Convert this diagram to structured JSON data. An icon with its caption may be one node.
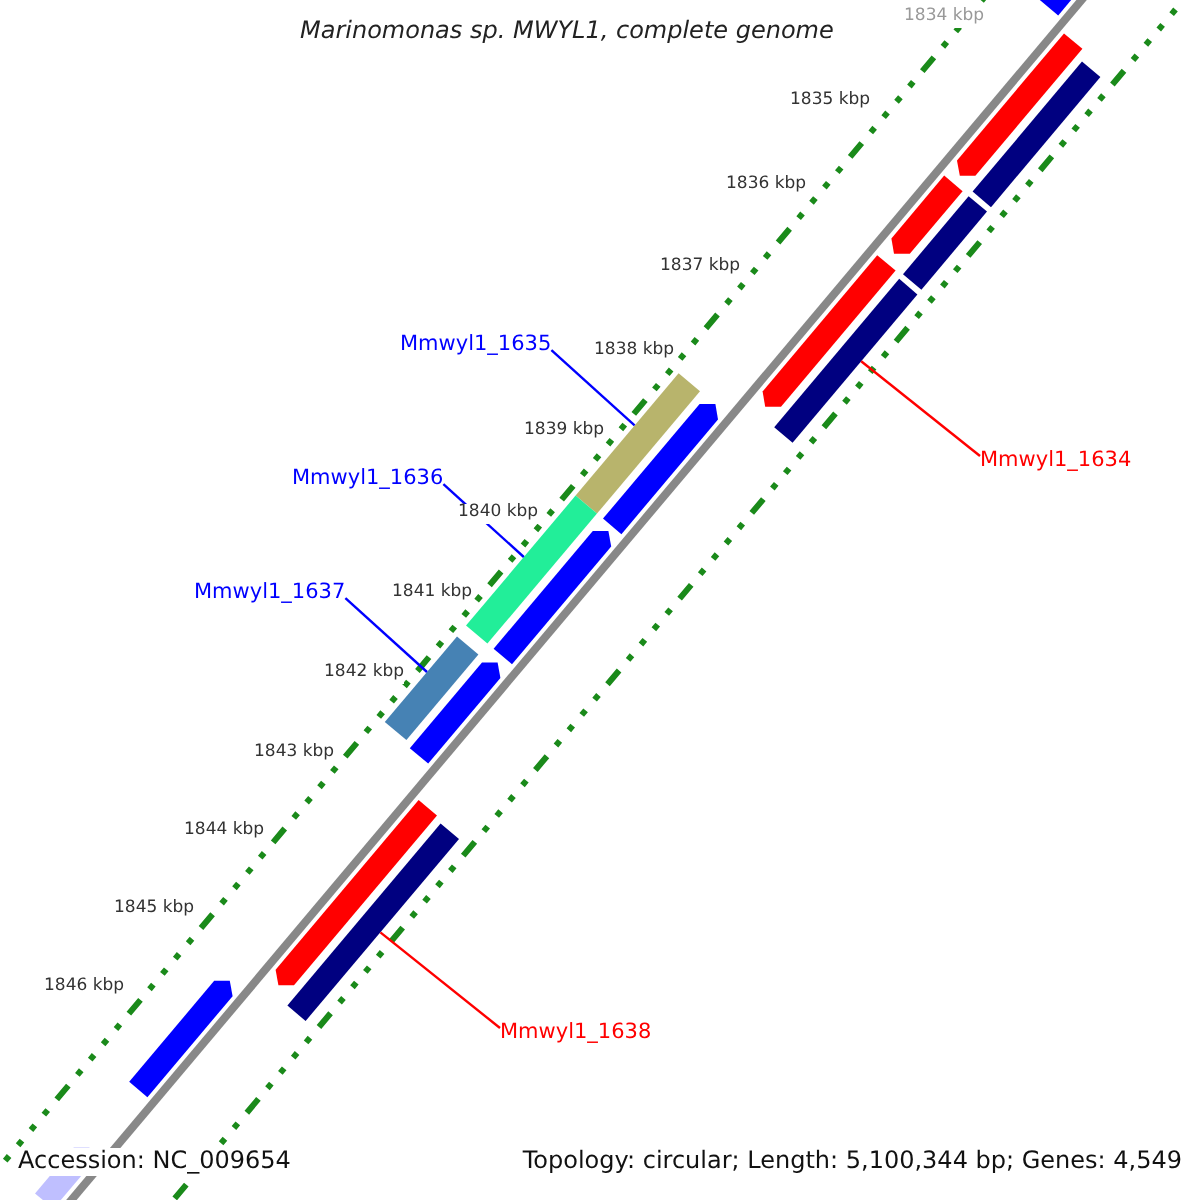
{
  "diagram": {
    "title": "Marinomonas sp. MWYL1, complete genome",
    "nodes": [
      {
        "text": [
          "Mmwyl1_1635"
        ]
      },
      {
        "text": [],
        "shape": "bar"
      },
      {
        "text": [
          "Mmwyl1_1636"
        ]
      },
      {
        "text": [],
        "shape": "bar"
      },
      {
        "text": [
          "Mmwyl1_1637"
        ]
      },
      {
        "text": [],
        "shape": "bar"
      },
      {
        "text": [
          "Mmwyl1_1634"
        ]
      },
      {
        "text": [],
        "shape": "bar"
      },
      {
        "text": [
          "Mmwyl1_1638"
        ]
      },
      {
        "text": [],
        "shape": "bar"
      },
      {
        "text": [],
        "shape": "arrow"
      },
      {
        "text": [],
        "shape": "arrow"
      },
      {
        "text": [],
        "shape": "bar"
      },
      {
        "text": [],
        "shape": "arrow"
      },
      {
        "text": [],
        "shape": "bar"
      },
      {
        "text": [],
        "shape": "arrow"
      },
      {
        "text": [],
        "shape": "arrow"
      },
      {
        "text": [],
        "shape": "arrow"
      },
      {
        "text": [],
        "shape": "arrow"
      },
      {
        "text": [],
        "shape": "arrow"
      },
      {
        "text": [],
        "shape": "arrow"
      },
      {
        "text": [],
        "shape": "arrow"
      }
    ],
    "edges": [
      {
        "from": 0,
        "to": 1,
        "arrow": "none"
      },
      {
        "from": 2,
        "to": 3,
        "arrow": "none"
      },
      {
        "from": 4,
        "to": 5,
        "arrow": "none"
      },
      {
        "from": 6,
        "to": 7,
        "arrow": "none",
        "color": "#ff0000"
      },
      {
        "from": 8,
        "to": 9,
        "arrow": "none",
        "color": "#ff0000"
      }
    ],
    "labels": [
      "1834 kbp",
      "1835 kbp",
      "1836 kbp",
      "1837 kbp",
      "1838 kbp",
      "1839 kbp",
      "1840 kbp",
      "1841 kbp",
      "1842 kbp",
      "1843 kbp",
      "1844 kbp",
      "1845 kbp",
      "1846 kbp",
      "Accession: NC_009654",
      "Topology: circular; Length: 5,100,344 bp; Genes: 4,549"
    ]
  }
}
